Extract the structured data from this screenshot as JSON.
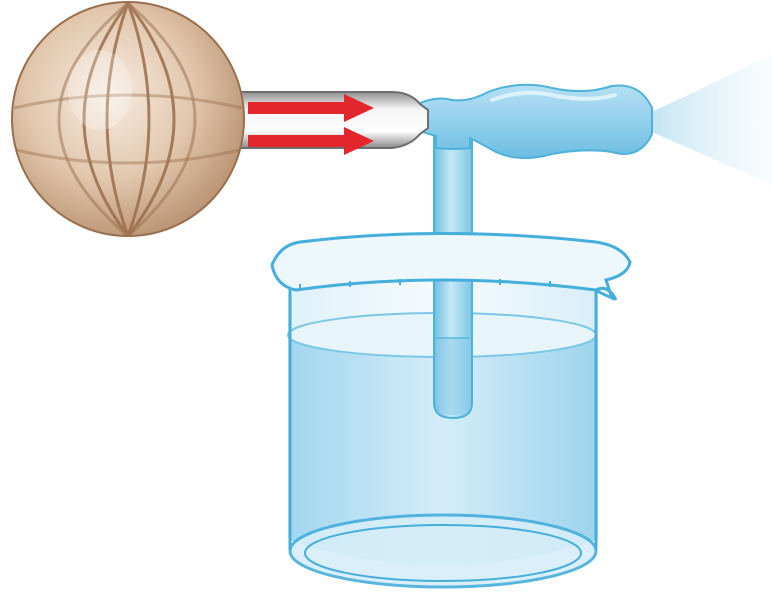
{
  "diagram": {
    "components": [
      {
        "name": "squeeze-bulb",
        "icon": "rubber-bulb-icon"
      },
      {
        "name": "airflow-arrows",
        "count": 2,
        "direction": "right"
      },
      {
        "name": "atomizer-tube",
        "icon": "glass-tube-icon"
      },
      {
        "name": "spray-mist",
        "icon": "spray-icon"
      },
      {
        "name": "beaker",
        "icon": "beaker-icon"
      },
      {
        "name": "liquid",
        "icon": "water-icon"
      }
    ],
    "colors": {
      "bulb": "#d9b89a",
      "bulb_stripes": "#9a6e4c",
      "arrows": "#e3262b",
      "glass": "#9ed4ec",
      "glass_outline": "#5ab8de",
      "liquid": "#bfe4f3",
      "mist": "#cfeaf6"
    }
  }
}
